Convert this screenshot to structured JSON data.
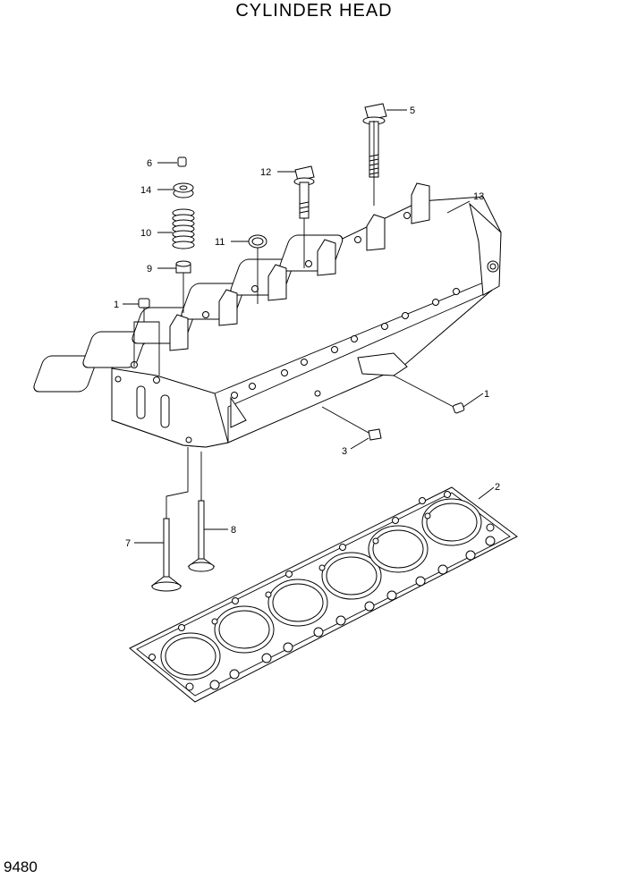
{
  "title": "CYLINDER HEAD",
  "footer_code": "9480",
  "callouts": [
    {
      "id": "c5",
      "text": "5"
    },
    {
      "id": "c6",
      "text": "6"
    },
    {
      "id": "c12",
      "text": "12"
    },
    {
      "id": "c13",
      "text": "13"
    },
    {
      "id": "c14",
      "text": "14"
    },
    {
      "id": "c10",
      "text": "10"
    },
    {
      "id": "c11",
      "text": "11"
    },
    {
      "id": "c9",
      "text": "9"
    },
    {
      "id": "c1a",
      "text": "1"
    },
    {
      "id": "c1b",
      "text": "1"
    },
    {
      "id": "c3",
      "text": "3"
    },
    {
      "id": "c2",
      "text": "2"
    },
    {
      "id": "c7",
      "text": "7"
    },
    {
      "id": "c8",
      "text": "8"
    }
  ]
}
